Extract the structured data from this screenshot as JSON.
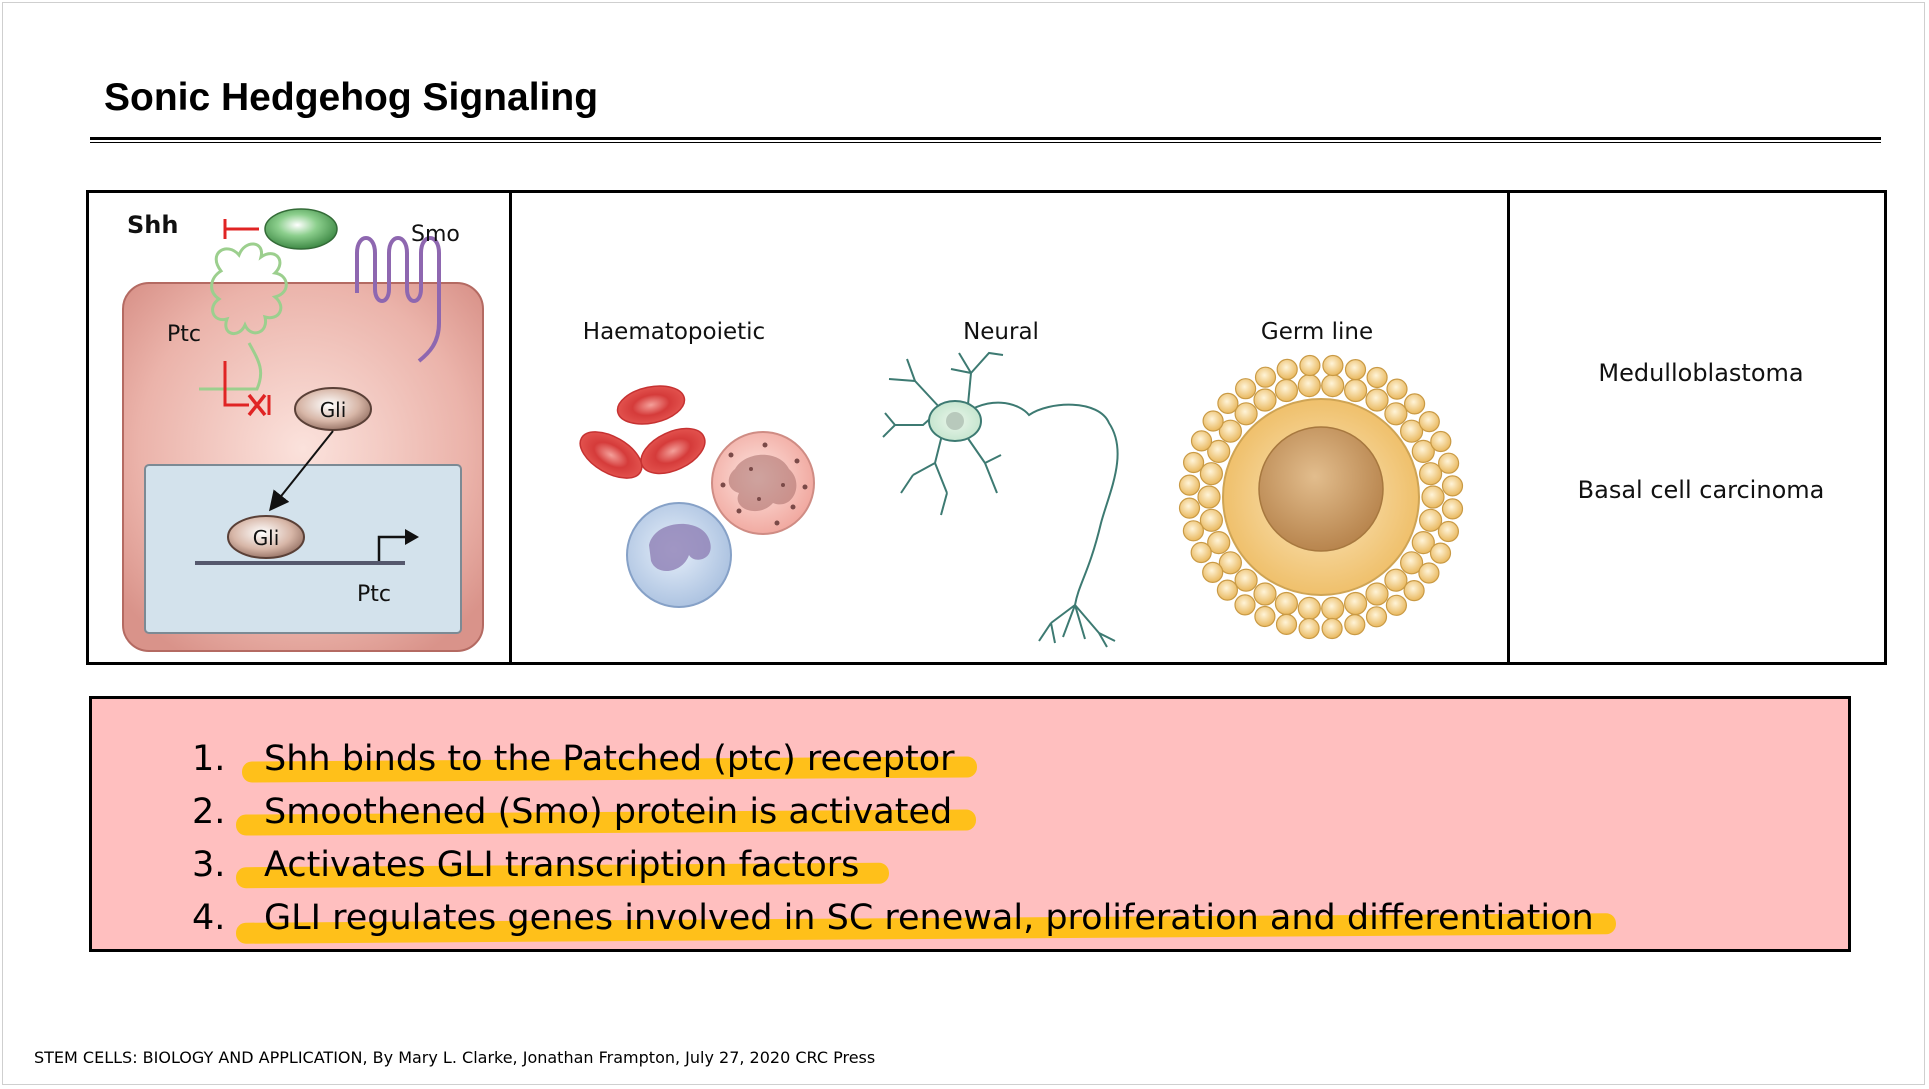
{
  "slide": {
    "title": "Sonic Hedgehog Signaling",
    "citation": "STEM CELLS: BIOLOGY AND APPLICATION, By Mary L. Clarke, Jonathan Frampton, July 27, 2020 CRC Press"
  },
  "figure": {
    "pathway": {
      "shh_label": "Shh",
      "smo_label": "Smo",
      "ptc_label": "Ptc",
      "gli_label_cytoplasm": "Gli",
      "gli_label_nucleus": "Gli",
      "ptc_gene_label": "Ptc"
    },
    "cell_types": {
      "haematopoietic": "Haematopoietic",
      "neural": "Neural",
      "germ_line": "Germ line"
    },
    "cancers": {
      "item1": "Medulloblastoma",
      "item2": "Basal cell carcinoma"
    }
  },
  "steps": [
    {
      "number": "1.",
      "text": "Shh binds to the Patched (ptc) receptor"
    },
    {
      "number": "2.",
      "text": "Smoothened (Smo) protein is activated"
    },
    {
      "number": "3.",
      "text": "Activates GLI transcription factors"
    },
    {
      "number": "4.",
      "text": "GLI regulates genes involved in SC renewal, proliferation and differentiation"
    }
  ],
  "colors": {
    "highlight": "#ffc01a",
    "steps_background": "#ffbfbf",
    "cell_fill": "#e9a9a0",
    "nucleus_fill": "#d3e2ec",
    "shh_green": "#59a35f",
    "smo_purple": "#8e67b0",
    "ptc_green": "#9ccf8e",
    "inhibit_red": "#e02424"
  }
}
